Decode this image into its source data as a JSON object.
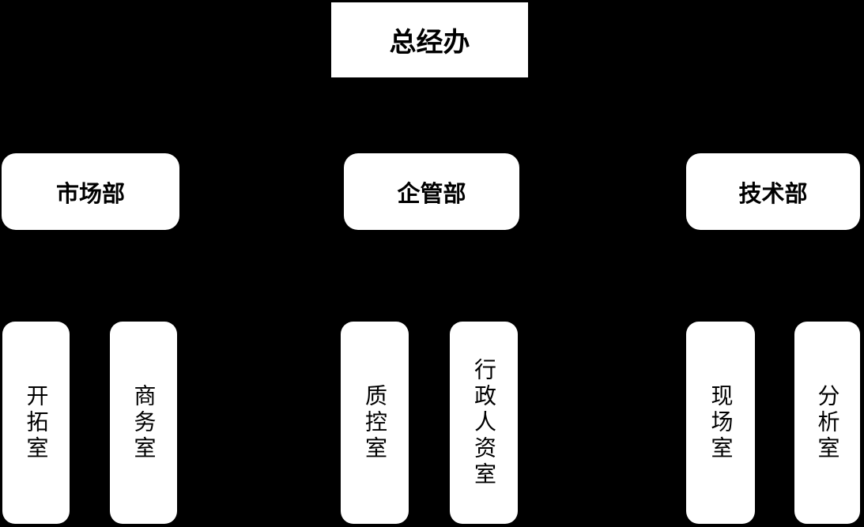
{
  "org": {
    "root": {
      "label": "总经办"
    },
    "departments": [
      {
        "label": "市场部",
        "offices": [
          {
            "label": "开拓室"
          },
          {
            "label": "商务室"
          }
        ]
      },
      {
        "label": "企管部",
        "offices": [
          {
            "label": "质控室"
          },
          {
            "label": "行政人资室"
          }
        ]
      },
      {
        "label": "技术部",
        "offices": [
          {
            "label": "现场室"
          },
          {
            "label": "分析室"
          }
        ]
      }
    ]
  },
  "colors": {
    "background": "#000000",
    "node_fill": "#ffffff",
    "node_text": "#000000"
  }
}
